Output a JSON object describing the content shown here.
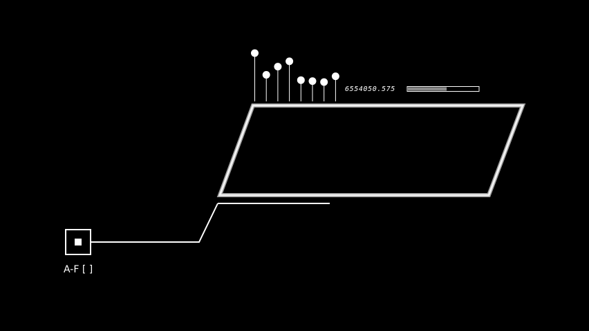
{
  "colors": {
    "background": "#000000",
    "foreground": "#ffffff",
    "bar_fill": "#8a8a8a",
    "frame_stroke": "#dcdcdc"
  },
  "icons": {
    "anchor": "square-target-icon"
  },
  "readout": {
    "value": "6554050.575",
    "bar_fill_fraction": 0.55
  },
  "target": {
    "label": "A-F [ ]"
  },
  "pins": {
    "count": 8,
    "levels": [
      1.0,
      0.55,
      0.72,
      0.83,
      0.44,
      0.42,
      0.4,
      0.52
    ]
  }
}
